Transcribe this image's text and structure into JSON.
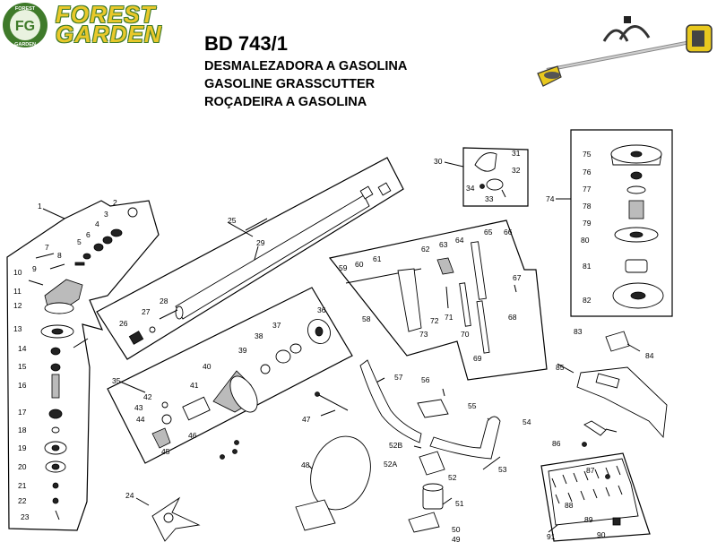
{
  "brand": {
    "line1": "FOREST",
    "line2": "GARDEN",
    "badge_text": "FG",
    "ring_top": "FOREST",
    "ring_bottom": "GARDEN",
    "badge_color": "#3f7a2a",
    "text_color": "#e9c82a"
  },
  "header": {
    "model": "BD 743/1",
    "subtitle_es": "DESMALEZADORA A GASOLINA",
    "subtitle_en": "GASOLINE GRASSCUTTER",
    "subtitle_pt": "ROÇADEIRA A GASOLINA"
  },
  "product_image": {
    "icon": "brushcutter-icon",
    "accent": "#e8c81e"
  },
  "callouts": [
    "1",
    "2",
    "3",
    "4",
    "5",
    "6",
    "7",
    "8",
    "9",
    "10",
    "11",
    "12",
    "13",
    "14",
    "15",
    "16",
    "17",
    "18",
    "19",
    "20",
    "21",
    "22",
    "23",
    "24",
    "25",
    "26",
    "27",
    "28",
    "29",
    "30",
    "31",
    "32",
    "33",
    "34",
    "35",
    "36",
    "37",
    "38",
    "39",
    "40",
    "41",
    "42",
    "43",
    "44",
    "45",
    "46",
    "47",
    "48",
    "49",
    "50",
    "51",
    "52",
    "52A",
    "52B",
    "53",
    "54",
    "55",
    "56",
    "57",
    "58",
    "59",
    "60",
    "61",
    "62",
    "63",
    "64",
    "65",
    "66",
    "67",
    "68",
    "69",
    "70",
    "71",
    "72",
    "73",
    "74",
    "75",
    "76",
    "77",
    "78",
    "79",
    "80",
    "81",
    "82",
    "83",
    "84",
    "85",
    "86",
    "87",
    "88",
    "89",
    "90",
    "91"
  ]
}
